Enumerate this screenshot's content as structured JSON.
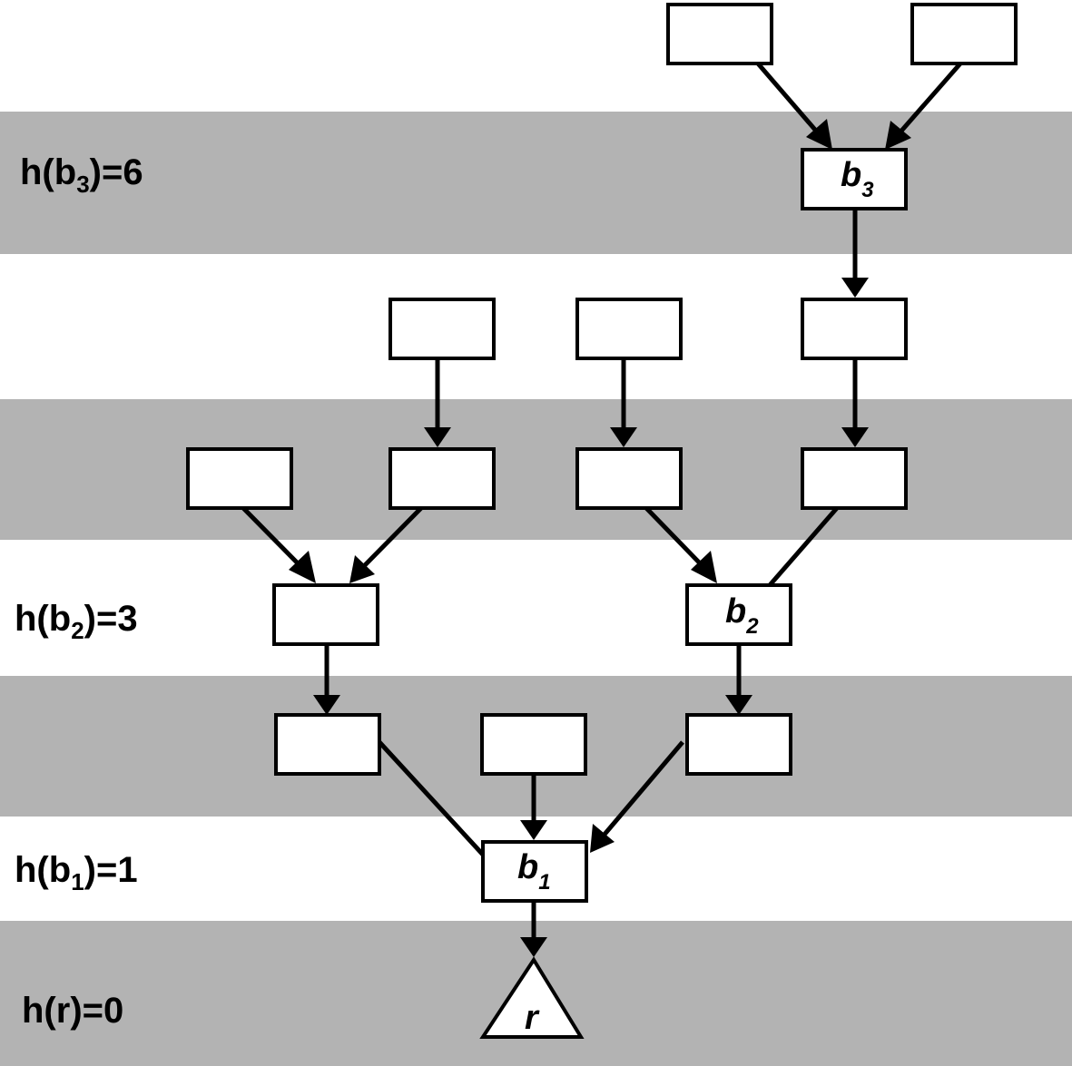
{
  "level_labels": [
    {
      "id": "b3",
      "prefix": "h(b",
      "sub": "3",
      "suffix": ")=6"
    },
    {
      "id": "b2",
      "prefix": "h(b",
      "sub": "2",
      "suffix": ")=3"
    },
    {
      "id": "b1",
      "prefix": "h(b",
      "sub": "1",
      "suffix": ")=1"
    },
    {
      "id": "r",
      "prefix": "h(r)=0",
      "sub": "",
      "suffix": ""
    }
  ],
  "node_labels": {
    "b3": {
      "main": "b",
      "sub": "3"
    },
    "b2": {
      "main": "b",
      "sub": "2"
    },
    "b1": {
      "main": "b",
      "sub": "1"
    },
    "root": {
      "main": "r"
    }
  },
  "colors": {
    "band": "#b3b3b3",
    "stroke": "#000000",
    "background": "#ffffff"
  }
}
